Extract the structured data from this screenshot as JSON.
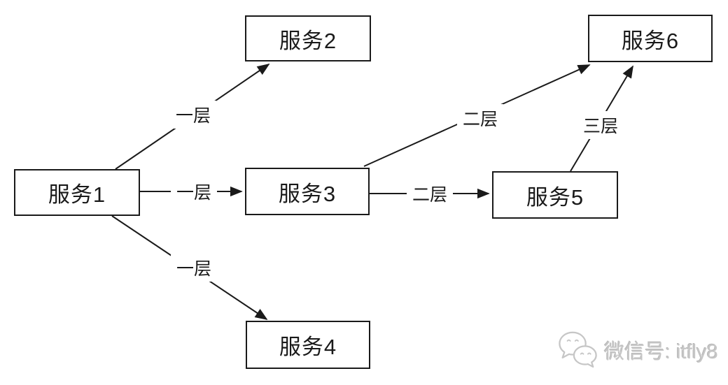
{
  "diagram": {
    "nodes": [
      {
        "id": "service1",
        "label": "服务1"
      },
      {
        "id": "service2",
        "label": "服务2"
      },
      {
        "id": "service3",
        "label": "服务3"
      },
      {
        "id": "service4",
        "label": "服务4"
      },
      {
        "id": "service5",
        "label": "服务5"
      },
      {
        "id": "service6",
        "label": "服务6"
      }
    ],
    "edges": [
      {
        "from": "service1",
        "to": "service2",
        "label": "一层"
      },
      {
        "from": "service1",
        "to": "service3",
        "label": "一层"
      },
      {
        "from": "service1",
        "to": "service4",
        "label": "一层"
      },
      {
        "from": "service3",
        "to": "service6",
        "label": "二层"
      },
      {
        "from": "service3",
        "to": "service5",
        "label": "二层"
      },
      {
        "from": "service5",
        "to": "service6",
        "label": "三层"
      }
    ]
  },
  "watermark": {
    "icon": "wechat-icon",
    "text": "微信号: itfly8"
  },
  "colors": {
    "stroke": "#1a1a1a",
    "background": "#ffffff",
    "watermark_gray": "#c6c6c6"
  }
}
